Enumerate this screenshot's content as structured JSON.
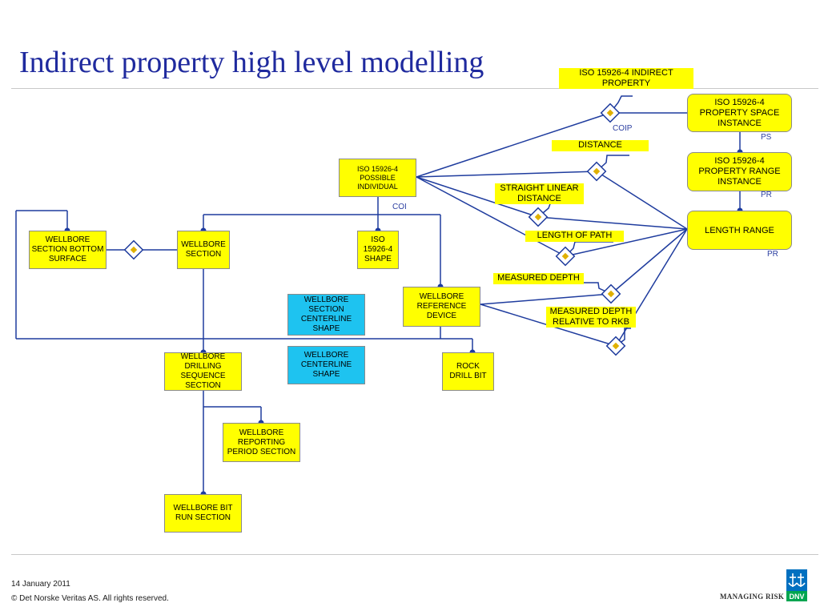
{
  "title": "Indirect property high level modelling",
  "boxes": {
    "indirect_property": "ISO 15926-4 INDIRECT PROPERTY",
    "property_space_instance": "ISO 15926-4 PROPERTY SPACE INSTANCE",
    "property_range_instance": "ISO 15926-4 PROPERTY RANGE INSTANCE",
    "length_range": "LENGTH RANGE",
    "possible_individual": "ISO 15926-4 POSSIBLE INDIVIDUAL",
    "wellbore_section_bottom_surface": "WELLBORE SECTION BOTTOM SURFACE",
    "wellbore_section": "WELLBORE SECTION",
    "iso_shape": "ISO 15926-4 SHAPE",
    "wellbore_reference_device": "WELLBORE REFERENCE DEVICE",
    "wellbore_section_centerline_shape": "WELLBORE SECTION CENTERLINE SHAPE",
    "wellbore_centerline_shape": "WELLBORE CENTERLINE SHAPE",
    "wellbore_drilling_sequence_section": "WELLBORE DRILLING SEQUENCE SECTION",
    "rock_drill_bit": "ROCK DRILL BIT",
    "wellbore_reporting_period_section": "WELLBORE REPORTING PERIOD SECTION",
    "wellbore_bit_run_section": "WELLBORE BIT RUN SECTION"
  },
  "labels": {
    "distance": "DISTANCE",
    "straight_linear_distance": "STRAIGHT LINEAR DISTANCE",
    "length_of_path": "LENGTH OF PATH",
    "measured_depth": "MEASURED DEPTH",
    "measured_depth_relative_to_rkb": "MEASURED DEPTH RELATIVE TO RKB"
  },
  "tags": {
    "coip": "COIP",
    "ps": "PS",
    "pr_upper": "PR",
    "pr_lower": "PR",
    "coi": "COI"
  },
  "footer": {
    "date": "14 January 2011",
    "copyright": "© Det Norske Veritas AS. All rights reserved.",
    "managing_risk": "MANAGING RISK",
    "logo_text": "DNV"
  },
  "colors": {
    "title": "#1f2a9e",
    "box_fill": "#ffff00",
    "cyan_box_fill": "#1ec3f0",
    "line": "#1f3c9e",
    "tag_text": "#2b3ea0",
    "logo": "#0070c0"
  }
}
